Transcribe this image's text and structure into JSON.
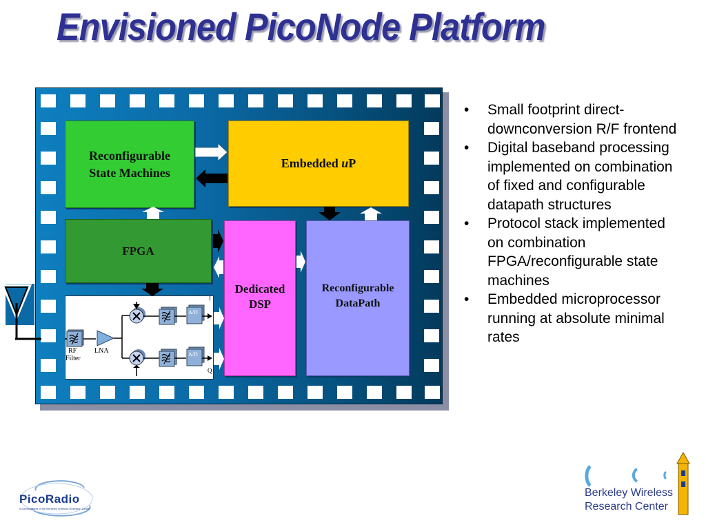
{
  "slide": {
    "title": "Envisioned PicoNode Platform"
  },
  "blocks": {
    "state_machines": {
      "line1": "Reconfigurable",
      "line2": "State Machines"
    },
    "embedded_up": {
      "prefix": "Embedded ",
      "italic": "u",
      "suffix": "P"
    },
    "fpga": {
      "label": "FPGA"
    },
    "dsp": {
      "line1": "Dedicated",
      "line2": "DSP"
    },
    "datapath": {
      "line1": "Reconfigurable",
      "line2": "DataPath"
    }
  },
  "rf_frontend": {
    "rf_filter_line1": "RF",
    "rf_filter_line2": "Filter",
    "lna": "LNA",
    "adc_top": "A/D",
    "adc_bottom": "A/D",
    "i_label": "I",
    "q_label": "Q"
  },
  "bullets": [
    "Small footprint direct-downconversion R/F frontend",
    "Digital baseband processing implemented on combination of fixed and configurable datapath structures",
    "Protocol stack implemented on combination FPGA/reconfigurable state machines",
    "Embedded microprocessor running at absolute minimal rates"
  ],
  "logos": {
    "picoradio": "PicoRadio",
    "picoradio_tagline": "A Development of the Berkeley Wireless Research Center",
    "bwrc_line1": "Berkeley Wireless",
    "bwrc_line2": "Research Center"
  },
  "colors": {
    "title": "#2e3192",
    "chip_bg": "#0b6aa6",
    "state_machines": "#33cc33",
    "embedded_up": "#ffcc00",
    "fpga": "#339933",
    "dsp": "#ff66ff",
    "datapath": "#9999ff"
  }
}
